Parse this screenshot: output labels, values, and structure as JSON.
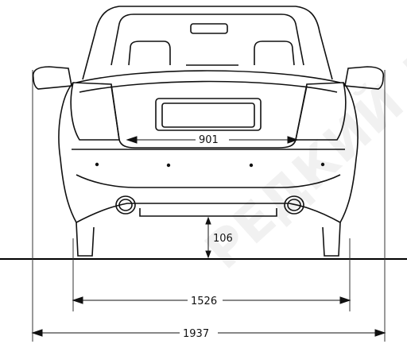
{
  "dimensions": {
    "license_plate_width": "901",
    "ground_clearance": "106",
    "rear_track": "1526",
    "overall_width": "1937"
  },
  "watermark": {
    "text": "РЕДКИЙ ДОКУМЕНТ"
  },
  "colors": {
    "ink": "#111111",
    "watermark": "#f1f1f1"
  }
}
